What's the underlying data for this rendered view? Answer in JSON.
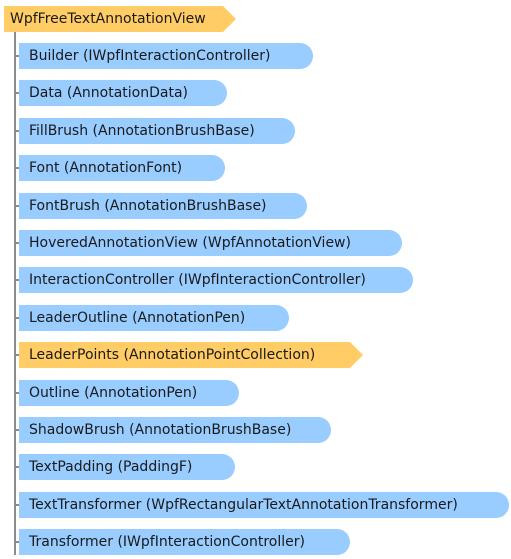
{
  "root": {
    "label": "WpfFreeTextAnnotationView",
    "color": "#ffcc66"
  },
  "members": [
    {
      "label": "Builder (IWpfInteractionController)",
      "kind": "blue"
    },
    {
      "label": "Data (AnnotationData)",
      "kind": "blue"
    },
    {
      "label": "FillBrush (AnnotationBrushBase)",
      "kind": "blue"
    },
    {
      "label": "Font (AnnotationFont)",
      "kind": "blue"
    },
    {
      "label": "FontBrush (AnnotationBrushBase)",
      "kind": "blue"
    },
    {
      "label": "HoveredAnnotationView (WpfAnnotationView)",
      "kind": "blue"
    },
    {
      "label": "InteractionController (IWpfInteractionController)",
      "kind": "blue"
    },
    {
      "label": "LeaderOutline (AnnotationPen)",
      "kind": "blue"
    },
    {
      "label": "LeaderPoints (AnnotationPointCollection)",
      "kind": "orange"
    },
    {
      "label": "Outline (AnnotationPen)",
      "kind": "blue"
    },
    {
      "label": "ShadowBrush (AnnotationBrushBase)",
      "kind": "blue"
    },
    {
      "label": "TextPadding (PaddingF)",
      "kind": "blue"
    },
    {
      "label": "TextTransformer  (WpfRectangularTextAnnotationTransformer)",
      "kind": "blue"
    },
    {
      "label": "Transformer (IWpfInteractionController)",
      "kind": "blue"
    }
  ],
  "colors": {
    "type_node": "#ffcc66",
    "property_node": "#99ccff",
    "connector": "#8c8c8c"
  }
}
